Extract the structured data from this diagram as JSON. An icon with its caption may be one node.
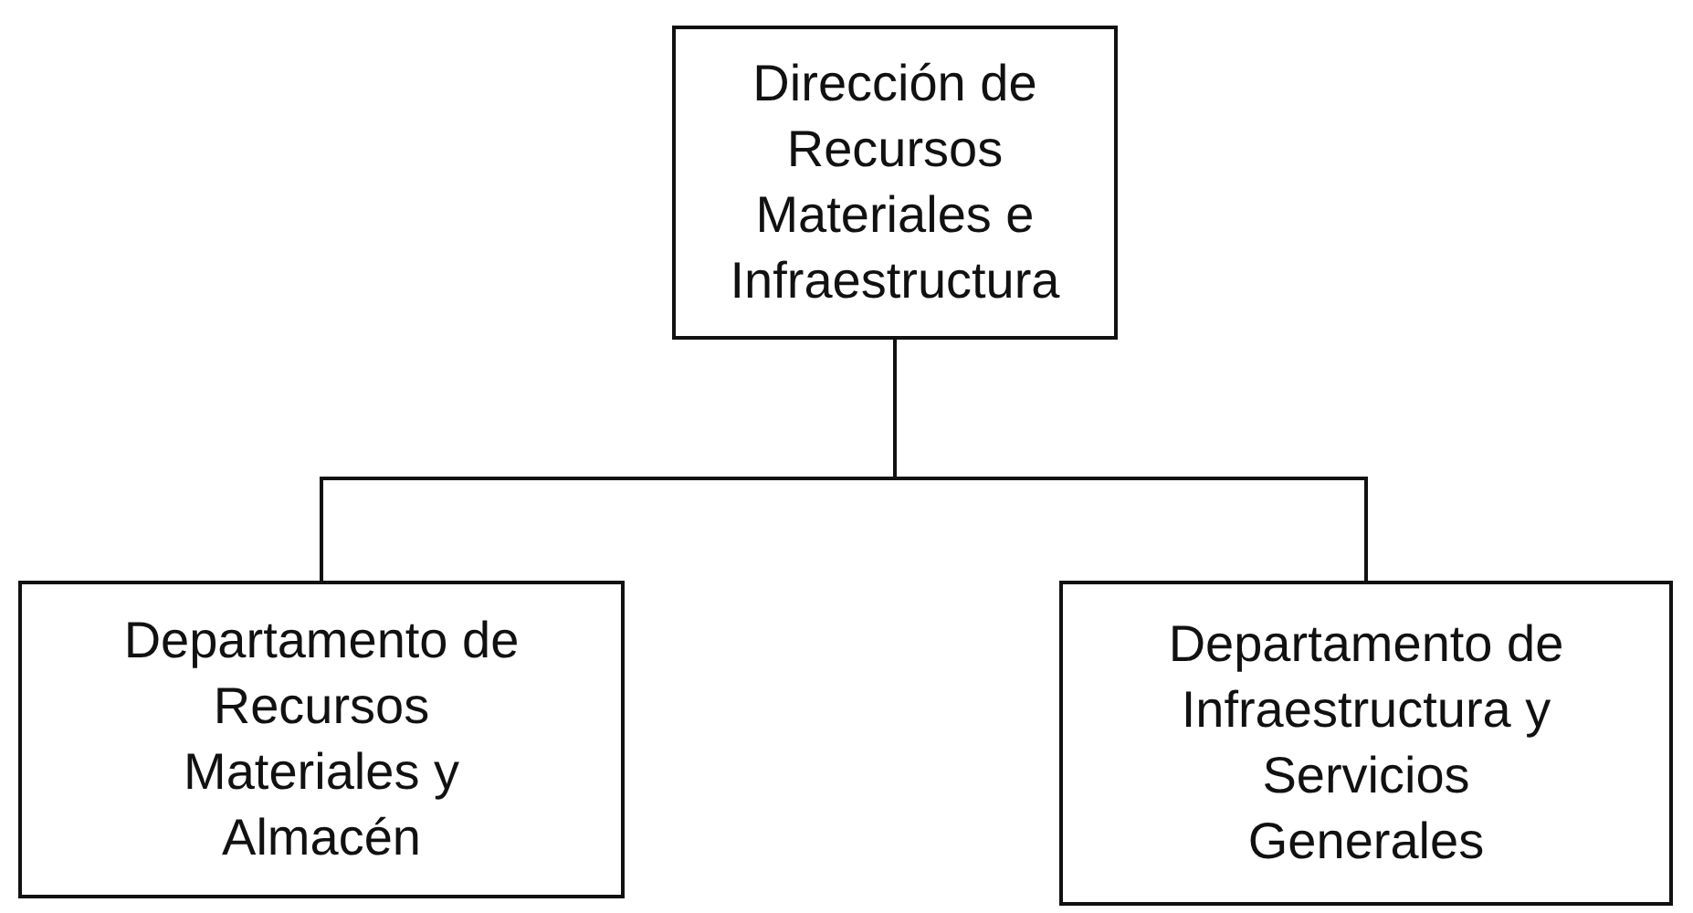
{
  "diagram": {
    "nodes": [
      {
        "text": [
          "Dirección de Recursos Materiales e Infraestructura"
        ]
      },
      {
        "text": [
          "Departamento de Recursos Materiales y Almacén"
        ]
      },
      {
        "text": [
          "Departamento de Infraestructura y Servicios Generales"
        ]
      }
    ],
    "edges": [
      {
        "from": 0,
        "to": 1,
        "arrow": "none"
      },
      {
        "from": 0,
        "to": 2,
        "arrow": "none"
      }
    ]
  }
}
